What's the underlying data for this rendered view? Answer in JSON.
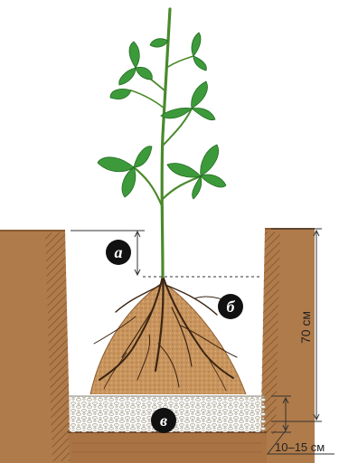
{
  "labels": {
    "a": "а",
    "b": "б",
    "v": "в"
  },
  "dimensions": {
    "depth": "70 см",
    "drainage": "10–15 см"
  },
  "colors": {
    "soil": "#b07b4a",
    "soil_dark": "#8a5a30",
    "root_mound": "#c9955e",
    "gravel": "#e6e2d6",
    "leaf": "#3d9a3a",
    "leaf_dark": "#236b22",
    "stem": "#4a8a2c",
    "badge": "#111111"
  }
}
